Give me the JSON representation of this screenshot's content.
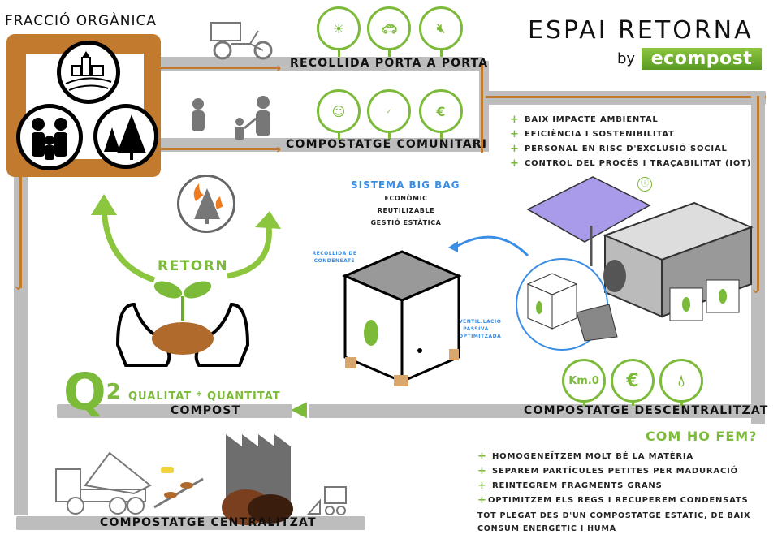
{
  "header": {
    "title": "ESPAI RETORNA",
    "by": "by",
    "brand": "ecompost",
    "brand_color": "#6aa52e"
  },
  "source": {
    "label": "FRACCIÓ ORGÀNICA",
    "frame_color": "#c27a2e",
    "icons": [
      "village-icon",
      "family-icon",
      "forest-icon"
    ]
  },
  "flows": {
    "door_to_door": {
      "label": "RECOLLIDA PORTA A PORTA",
      "icons": [
        "solar-energy-icon",
        "electric-car-icon",
        "no-noise-icon"
      ]
    },
    "community": {
      "label": "COMPOSTATGE COMUNITARI",
      "icons": [
        "head-knowledge-icon",
        "compost-quality-seal-icon",
        "hand-euro-icon"
      ]
    },
    "decentralized": {
      "label": "COMPOSTATGE DESCENTRALITZAT",
      "icons": [
        {
          "name": "km0-icon",
          "text": "Km.0"
        },
        {
          "name": "euro-cycle-icon",
          "text": "€"
        },
        {
          "name": "hand-water-drop-icon",
          "text": ""
        }
      ]
    },
    "centralized": {
      "label": "COMPOSTATGE CENTRALITZAT"
    },
    "compost": {
      "label": "COMPOST"
    }
  },
  "benefits": [
    "BAIX IMPACTE AMBIENTAL",
    "EFICIÈNCIA I SOSTENIBILITAT",
    "PERSONAL EN RISC D'EXCLUSIÓ SOCIAL",
    "CONTROL DEL PROCÉS I TRAÇABILITAT (IOT)"
  ],
  "big_bag": {
    "title": "SISTEMA BIG BAG",
    "features": [
      "ECONÒMIC",
      "REUTILIZABLE",
      "GESTIÓ ESTÀTICA"
    ],
    "note_condensate": "RECOLLIDA DE CONDENSATS",
    "note_ventilation": "VENTIL.LACIÓ PASSIVA OPTIMITZADA"
  },
  "retorn": {
    "label": "RETORN"
  },
  "quality": {
    "symbol": "Q",
    "exponent": "2",
    "formula": "QUALITAT * QUANTITAT"
  },
  "how": {
    "title": "COM HO FEM?",
    "steps": [
      "HOMOGENEÏTZEM MOLT BÉ LA MATÈRIA",
      "SEPAREM PARTÍCULES PETITES PER MADURACIÓ",
      "REINTEGREM FRAGMENTS GRANS",
      "OPTIMITZEM ELS REGS I RECUPEREM CONDENSATS"
    ],
    "summary_line1": "TOT PLEGAT DES D'UN COMPOSTATGE ESTÀTIC, DE BAIX",
    "summary_line2": "CONSUM ENERGÈTIC I HUMÀ"
  },
  "colors": {
    "green": "#7cba3a",
    "orange": "#c27a2e",
    "gray_band": "#bdbdbd",
    "blue": "#3a8ee6"
  }
}
